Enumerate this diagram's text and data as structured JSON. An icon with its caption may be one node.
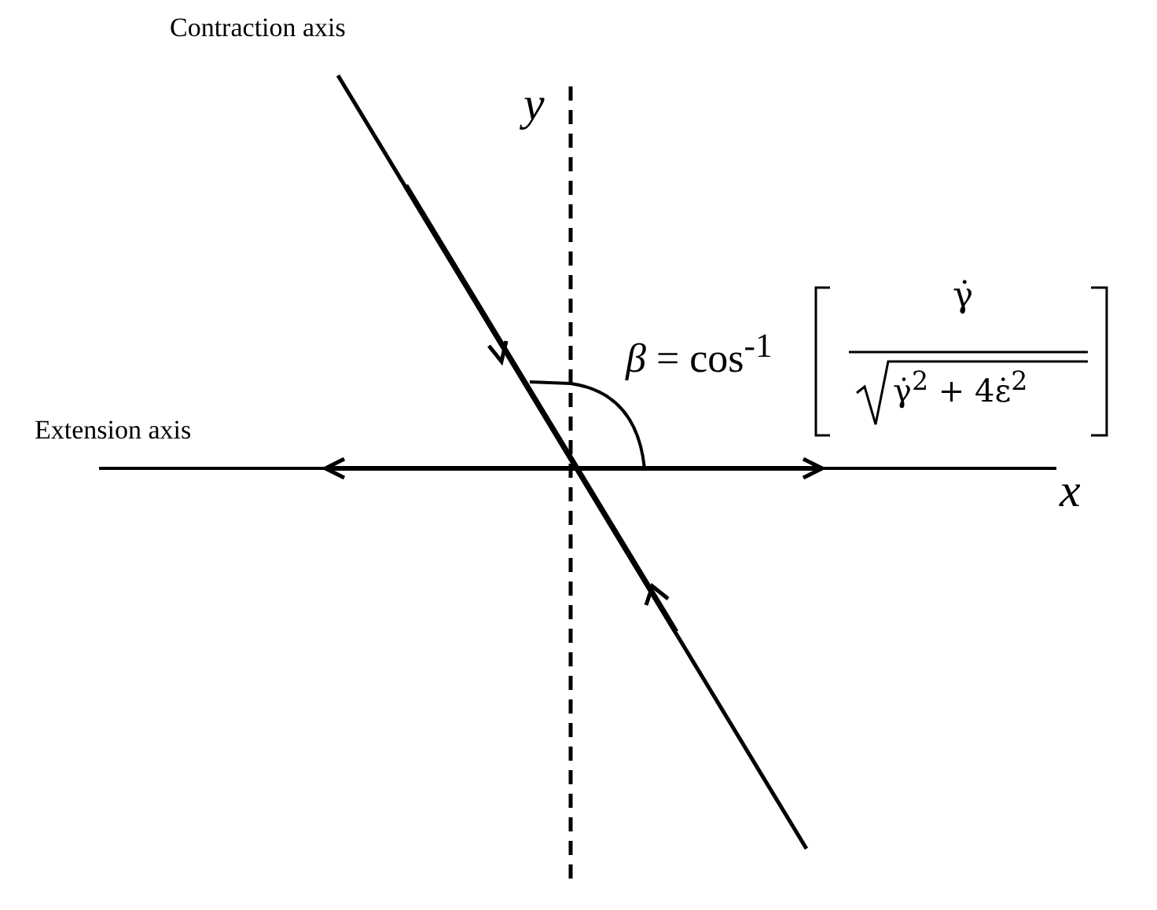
{
  "diagram": {
    "labels": [
      "Contraction axis",
      "y",
      "*β* = cos$^{-1}$",
      "γ̇",
      "γ̇$^{2}$ + 4ε̇$^{2}$",
      "Extension axis",
      "x"
    ]
  }
}
